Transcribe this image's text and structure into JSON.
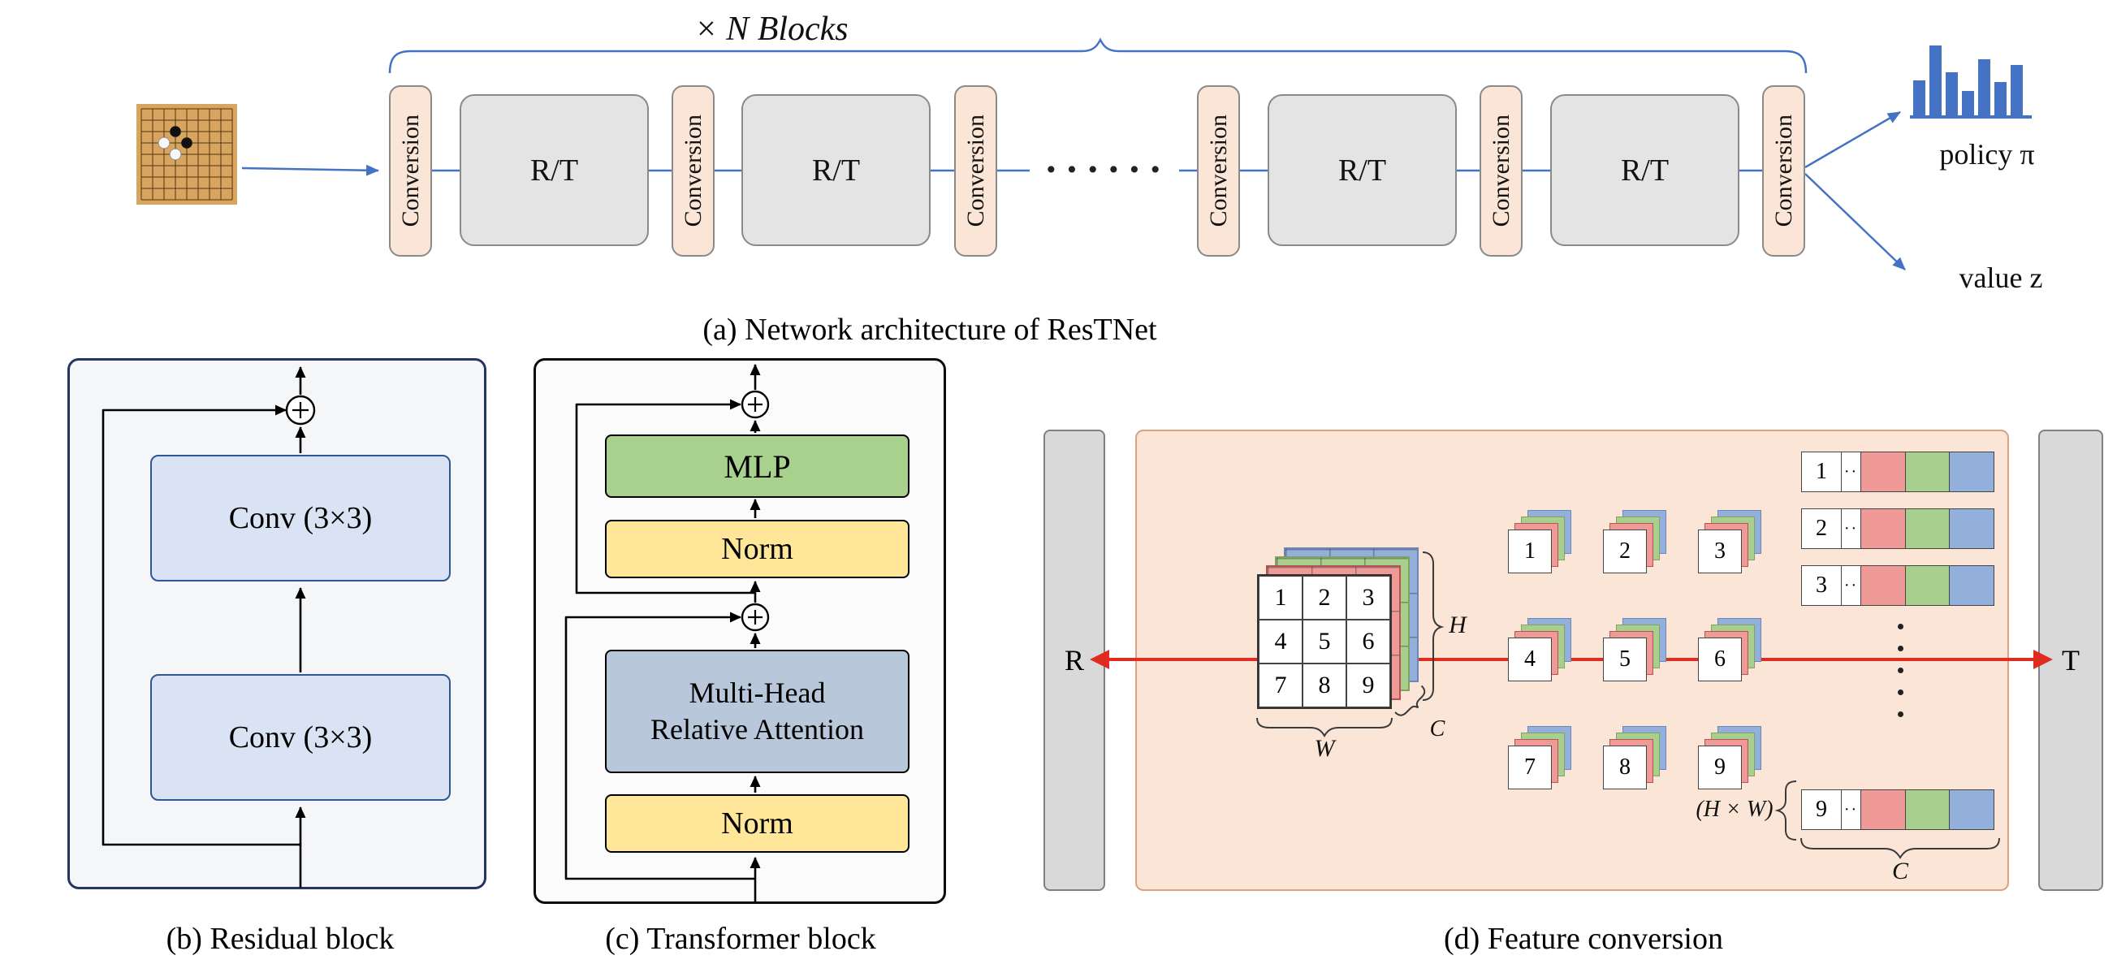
{
  "panel_a": {
    "caption": "(a) Network architecture of ResTNet",
    "n_blocks_label": "× N Blocks",
    "conversion_label": "Conversion",
    "rt_label": "R/T",
    "ellipsis": "······",
    "policy_label": "policy π",
    "value_label": "value z",
    "policy_bar_heights": [
      0.5,
      1,
      0.62,
      0.35,
      0.8,
      0.48,
      0.72
    ]
  },
  "panel_b": {
    "caption": "(b) Residual block",
    "conv_label": "Conv (3×3)"
  },
  "panel_c": {
    "caption": "(c) Transformer block",
    "mlp_label": "MLP",
    "norm_label": "Norm",
    "attention_line1": "Multi-Head",
    "attention_line2": "Relative Attention"
  },
  "panel_d": {
    "caption": "(d) Feature conversion",
    "r_label": "R",
    "t_label": "T",
    "cells": [
      "1",
      "2",
      "3",
      "4",
      "5",
      "6",
      "7",
      "8",
      "9"
    ],
    "bar_rows": [
      "1",
      "2",
      "3",
      "9"
    ],
    "bar_dots": "··",
    "w_label": "W",
    "h_label": "H",
    "c_label": "C",
    "hw_label": "(H × W)",
    "colors": {
      "red": "#ef9a96",
      "green": "#a9cf8e",
      "blue": "#93afdc",
      "wire_blue": "#4472c4",
      "arrow_red": "#e02b20",
      "peach": "#fbe5d6"
    }
  }
}
